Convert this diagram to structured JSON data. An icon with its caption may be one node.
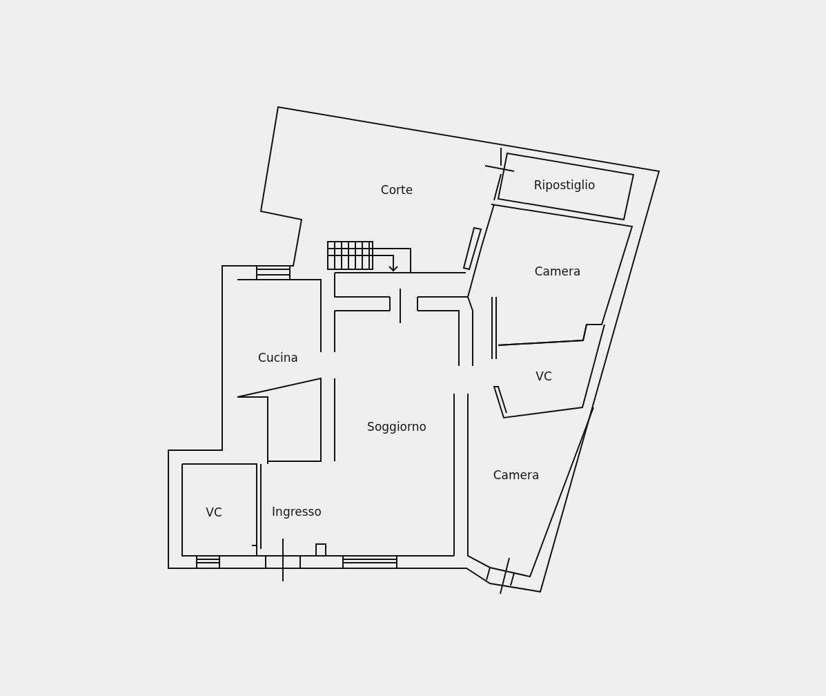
{
  "diagram": {
    "labels": [
      "Corte",
      "Ripostiglio",
      "Camera",
      "Cucina",
      "VC",
      "Soggiorno",
      "Camera",
      "VC",
      "Ingresso"
    ]
  }
}
